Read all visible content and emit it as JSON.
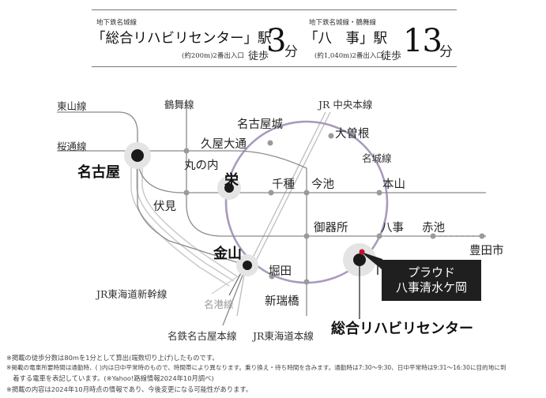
{
  "header": {
    "station1": {
      "line": "地下鉄名城線",
      "name": "「総合リハビリセンター」駅",
      "exit": "(約200m)2番出入口",
      "walk": "徒歩",
      "minutes": "3",
      "unit": "分"
    },
    "station2": {
      "line": "地下鉄名城線・鶴舞線",
      "name": "「八　事」駅",
      "exit": "(約1,040m)2番出入口",
      "walk": "徒歩",
      "minutes": "13",
      "unit": "分"
    }
  },
  "map": {
    "lines": {
      "higashiyama": "東山線",
      "sakuradori": "桜通線",
      "tsurumai": "鶴舞線",
      "jr_chuo": "JR 中央本線",
      "meijo": "名城線",
      "jr_tokaido_shinkansen": "JR東海道新幹線",
      "meiko": "名港線",
      "meitetsu_nagoya": "名鉄名古屋本線",
      "jr_tokaido": "JR東海道本線"
    },
    "stations": {
      "nagoya": "名古屋",
      "nagoyajo": "名古屋城",
      "ozone": "大曽根",
      "hisaya_odori": "久屋大通",
      "marunouchi": "丸の内",
      "sakae": "栄",
      "chikusa": "千種",
      "imaike": "今池",
      "motoyama": "本山",
      "fushimi": "伏見",
      "gokiso": "御器所",
      "yagoto": "八事",
      "akaike": "赤池",
      "toyota": "豊田市",
      "kanayama": "金山",
      "horita": "堀田",
      "shinmizuhashi": "新瑞橋",
      "sogo_riha": "総合リハビリセンター"
    },
    "property": {
      "line1": "プラウド",
      "line2": "八事清水ケ岡"
    }
  },
  "notes": [
    "※掲載の徒歩分数は80mを1分として算出(端数切り上げ)したものです。",
    "※掲載の電車所要時間は通勤時、( )内は日中平常時のもので、時間帯により異なります。乗り換え・待ち時間を含みます。通勤時は7:30〜9:30、日中平常時は9:31〜16:30に目的地に到",
    "　着する電車を表記しています。(※Yahoo!路線情報2024年10月調べ)",
    "※掲載の内容は2024年10月時点の情報であり、今後変更になる可能性があります。"
  ],
  "colors": {
    "meijo_loop": "#a99abd",
    "rail": "#8a8a8a",
    "jr_rail": "#bdbdbd",
    "station_dot": "#1a1a1a",
    "property_box": "#1f1f1f",
    "property_dot": "#c8102e"
  }
}
